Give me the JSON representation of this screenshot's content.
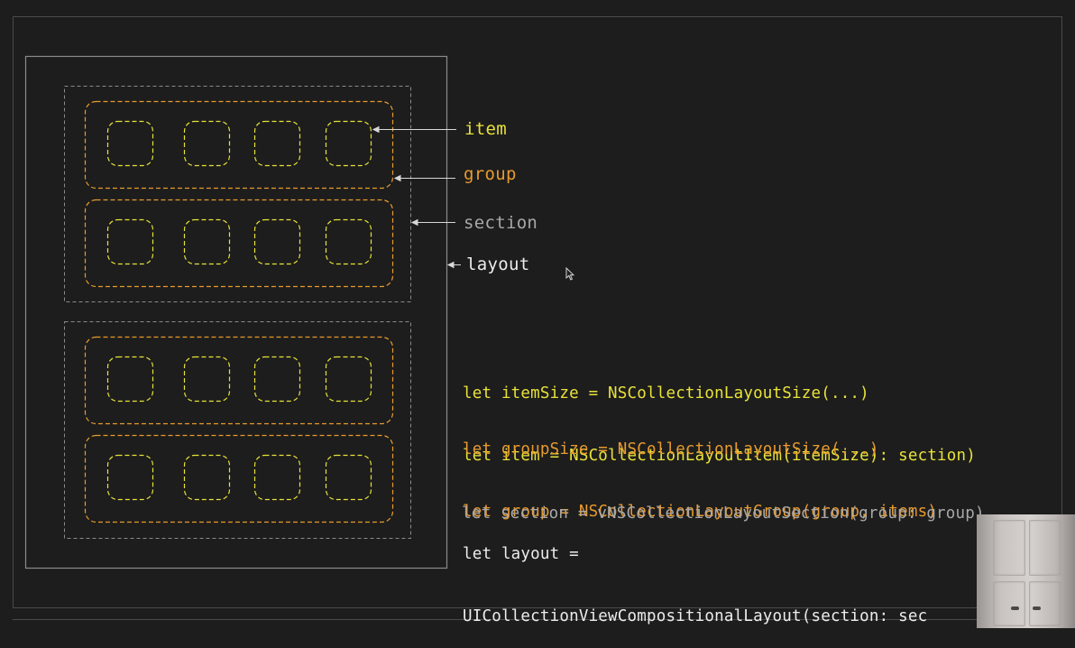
{
  "labels": {
    "item": "item",
    "group": "group",
    "section": "section",
    "layout": "layout"
  },
  "code": {
    "item_lines": [
      "let itemSize = NSCollectionLayoutSize(...)",
      "let item = NSCollectionLayoutItem(itemSize): section)"
    ],
    "group_lines": [
      "let groupSize = NSCollectionLayoutSize(...)",
      "let group = NSCollectionLayoutGroup(group, items)"
    ],
    "section_lines": [
      "let section = vNSCollectionLayoutSection(group: group)"
    ],
    "layout_lines": [
      "let layout =",
      "UICollectionViewCompositionalLayout(section: sec"
    ]
  },
  "colors": {
    "background": "#1d1d1d",
    "item": "#e8e23a",
    "group": "#e89a2e",
    "section": "#a8a8a8",
    "layout": "#ececec",
    "frame": "#8a8a8a"
  },
  "icons": {
    "cursor": "mouse-pointer-icon",
    "thumbnail": "door-thumbnail-icon"
  }
}
